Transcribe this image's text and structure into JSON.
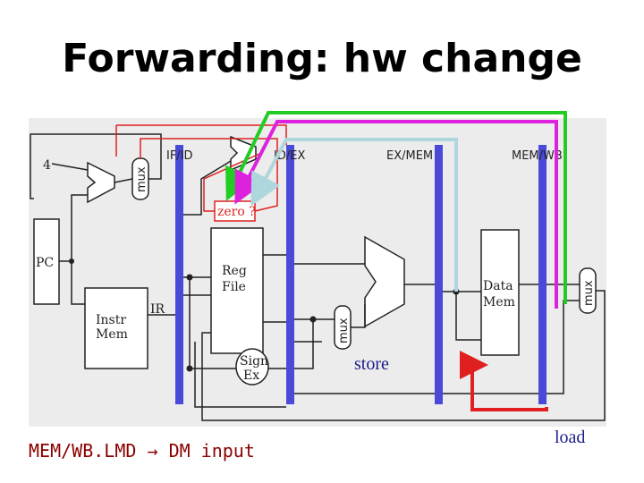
{
  "title": "Forwarding: hw change",
  "stages": {
    "if_id": "IF/ID",
    "id_ex": "ID/EX",
    "ex_mem": "EX/MEM",
    "mem_wb": "MEM/WB"
  },
  "blocks": {
    "pc": "PC",
    "instr_mem": [
      "Instr",
      "Mem"
    ],
    "reg_file": [
      "Reg",
      "File"
    ],
    "data_mem": [
      "Data",
      "Mem"
    ],
    "sign_ex": [
      "Sign",
      "Ex"
    ],
    "zero": "zero ?",
    "ir": "IR",
    "four": "4",
    "mux": "mux"
  },
  "annotations": {
    "store": "store",
    "load": "load"
  },
  "caption": {
    "left": "MEM/WB.LMD",
    "arrow": "→",
    "right": "DM input"
  },
  "colors": {
    "forward_green": "#22cc22",
    "forward_magenta": "#dd22dd",
    "forward_lightblue": "#aed6dd",
    "control_red": "#e02020",
    "pipeline_reg": "#4a4ad8",
    "caption": "#8b0000",
    "label_blue": "#1c1c8c"
  }
}
